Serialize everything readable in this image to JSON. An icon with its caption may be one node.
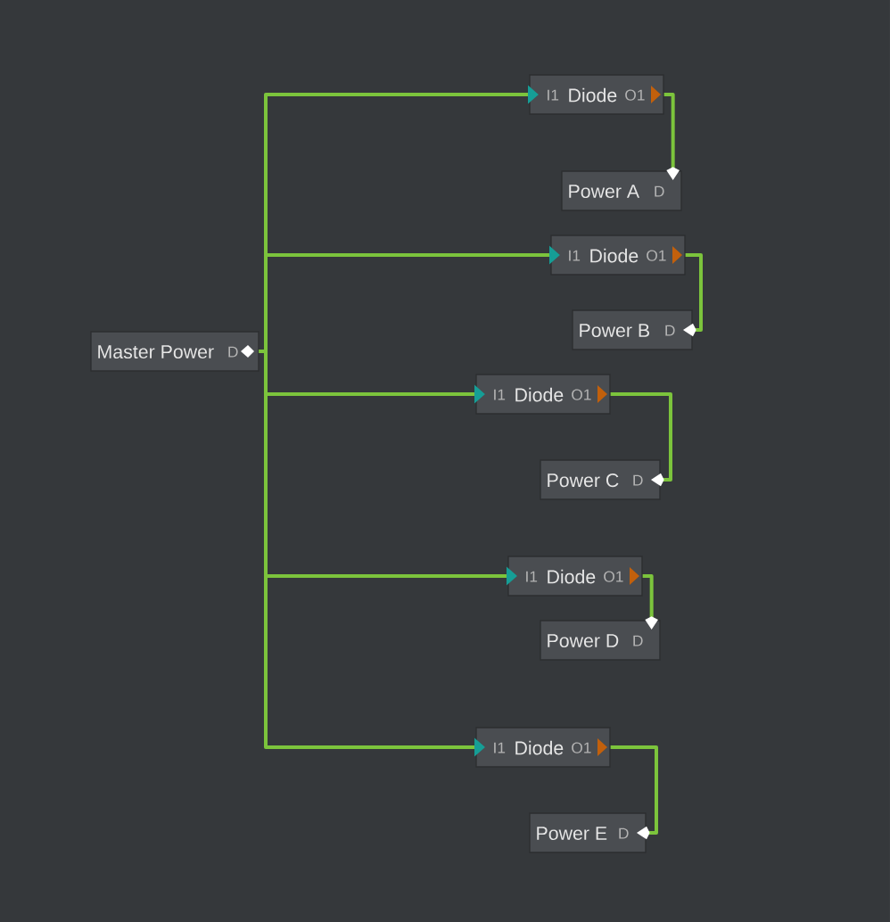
{
  "diagram": {
    "nodes": [
      {
        "text": [
          "Master Power",
          "D"
        ]
      },
      {
        "text": [
          "I1",
          "Diode",
          "O1"
        ]
      },
      {
        "text": [
          "Power A",
          "D"
        ]
      },
      {
        "text": [
          "I1",
          "Diode",
          "O1"
        ]
      },
      {
        "text": [
          "Power B",
          "D"
        ]
      },
      {
        "text": [
          "I1",
          "Diode",
          "O1"
        ]
      },
      {
        "text": [
          "Power C",
          "D"
        ]
      },
      {
        "text": [
          "I1",
          "Diode",
          "O1"
        ]
      },
      {
        "text": [
          "Power D",
          "D"
        ]
      },
      {
        "text": [
          "I1",
          "Diode",
          "O1"
        ]
      },
      {
        "text": [
          "Power E",
          "D"
        ]
      }
    ],
    "edges": [
      {
        "from": 0,
        "to": 1,
        "arrow": "to"
      },
      {
        "from": 0,
        "to": 3,
        "arrow": "to"
      },
      {
        "from": 0,
        "to": 5,
        "arrow": "to"
      },
      {
        "from": 0,
        "to": 7,
        "arrow": "to"
      },
      {
        "from": 0,
        "to": 9,
        "arrow": "to"
      },
      {
        "from": 1,
        "to": 2,
        "arrow": "to"
      },
      {
        "from": 3,
        "to": 4,
        "arrow": "to"
      },
      {
        "from": 5,
        "to": 6,
        "arrow": "to"
      },
      {
        "from": 7,
        "to": 8,
        "arrow": "to"
      },
      {
        "from": 9,
        "to": 10,
        "arrow": "to"
      }
    ]
  }
}
